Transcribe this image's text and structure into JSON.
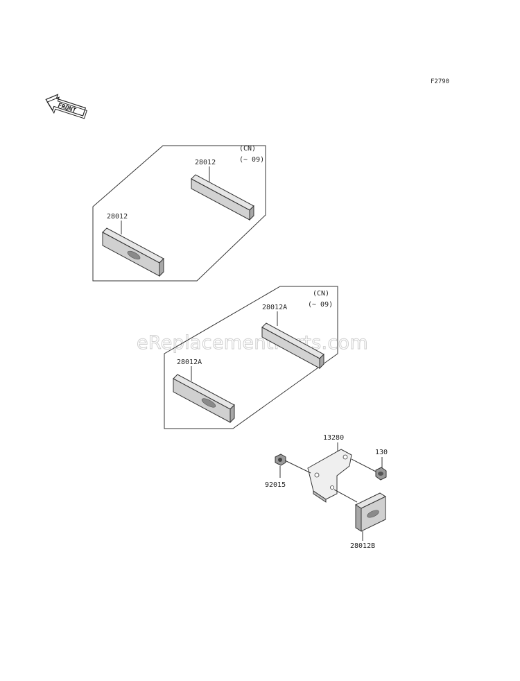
{
  "figure_id": "F2790",
  "watermark": "eReplacementParts.com",
  "front_arrow_label": "FRONT",
  "groups": [
    {
      "region_note_line1": "(CN)",
      "region_note_line2": "(~ 09)"
    },
    {
      "region_note_line1": "(CN)",
      "region_note_line2": "(~ 09)"
    }
  ],
  "parts": [
    {
      "number": "28012"
    },
    {
      "number": "28012"
    },
    {
      "number": "28012A"
    },
    {
      "number": "28012A"
    },
    {
      "number": "13280"
    },
    {
      "number": "130"
    },
    {
      "number": "92015"
    },
    {
      "number": "28012B"
    }
  ],
  "colors": {
    "line": "#333333",
    "reflector_fill": "#d8d8d8",
    "reflector_edge": "#9a9a9a",
    "watermark": "#cfcfcf"
  }
}
